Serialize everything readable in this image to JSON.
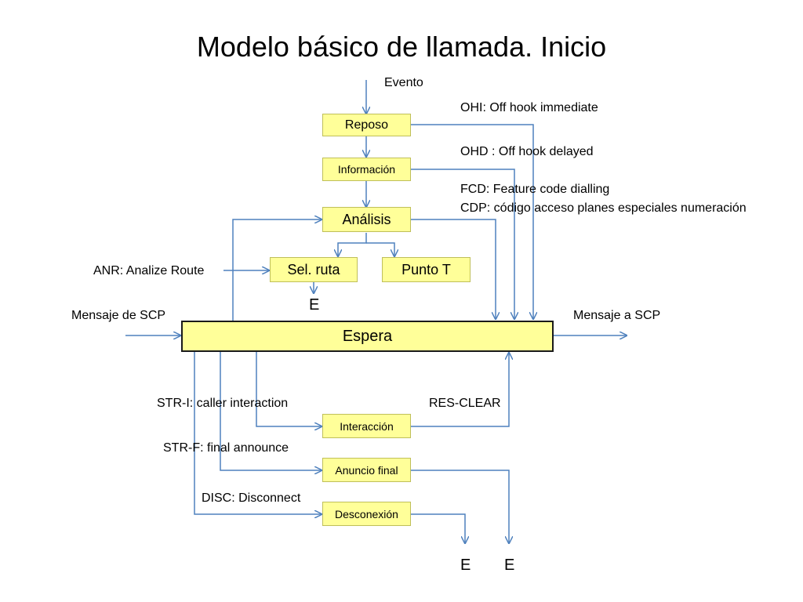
{
  "title": "Modelo básico de llamada. Inicio",
  "states": {
    "reposo": "Reposo",
    "informacion": "Información",
    "analisis": "Análisis",
    "sel_ruta": "Sel. ruta",
    "punto_t": "Punto T",
    "espera": "Espera",
    "interaccion": "Interacción",
    "anuncio_final": "Anuncio final",
    "desconexion": "Desconexión"
  },
  "labels": {
    "evento": "Evento",
    "ohi": "OHI: Off hook immediate",
    "ohd": "OHD : Off hook delayed",
    "fcd": "FCD: Feature code dialling",
    "cdp": "CDP: código acceso planes especiales numeración",
    "anr": "ANR: Analize Route",
    "mensaje_de_scp": "Mensaje de SCP",
    "mensaje_a_scp": "Mensaje a SCP",
    "str_i": "STR-I: caller interaction",
    "res_clear": "RES-CLEAR",
    "str_f": "STR-F: final announce",
    "disc": "DISC: Disconnect"
  },
  "end_markers": {
    "sel_ruta_end": "E",
    "desconexion_end": "E",
    "anuncio_end": "E"
  },
  "colors": {
    "box_fill": "#ffff99",
    "arrow": "#4f81bd"
  }
}
